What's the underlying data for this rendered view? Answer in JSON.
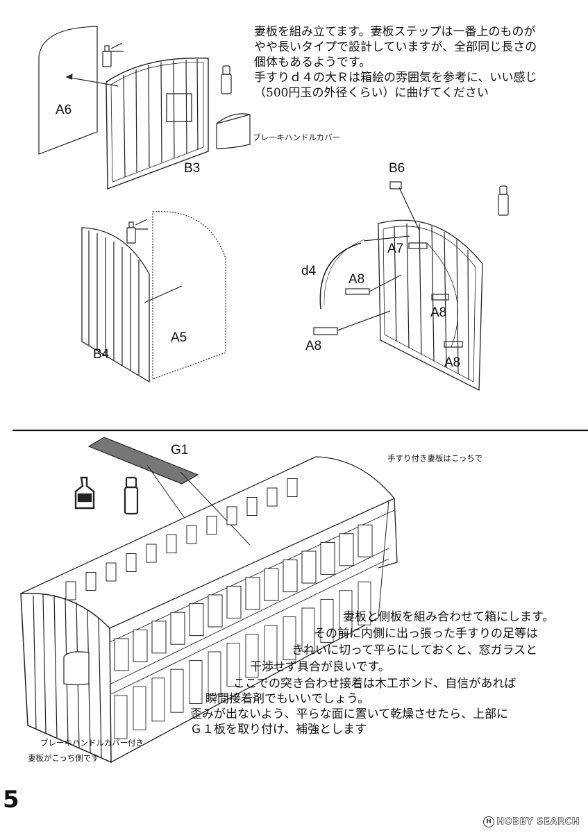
{
  "intro": {
    "line1": "妻板を組み立てます。妻板ステップは一番上のものが",
    "line2": "やや長いタイプで設計していますが、全部同じ長さの",
    "line3": "個体もあるようです。",
    "line4": "手すりｄ４の大Ｒは箱絵の雰囲気を参考に、いい感じ",
    "line5": "（500円玉の外径くらい）に曲げてください"
  },
  "labels": {
    "a6": "A6",
    "b3": "B3",
    "b4": "B4",
    "a5": "A5",
    "b6": "B6",
    "a7": "A7",
    "d4": "d4",
    "a8_1": "A8",
    "a8_2": "A8",
    "a8_3": "A8",
    "a8_4": "A8",
    "g1": "G1"
  },
  "notes": {
    "brake_handle_cover": "ブレーキハンドルカバー",
    "handrail_end": "手すり付き妻板はこっちで",
    "brake_side_1": "ブレーキハンドルカバー付き",
    "brake_side_2": "妻板がこっち側です"
  },
  "assembly": {
    "line1": "妻板と側板を組み合わせて箱にします。",
    "line2": "その前に内側に出っ張った手すりの足等は",
    "line3": "きれいに切って平らにしておくと、窓ガラスと",
    "line4": "干渉せず具合が良いです。",
    "line5": "ここでの突き合わせ接着は木工ボンド、自信があれば",
    "line6": "瞬間接着剤でもいいでしょう。",
    "line7": "歪みが出ないよう、平らな面に置いて乾燥させたら、上部に",
    "line8": "Ｇ１板を取り付け、補強とします"
  },
  "page_number": "5",
  "watermark": "HOBBY SEARCH"
}
